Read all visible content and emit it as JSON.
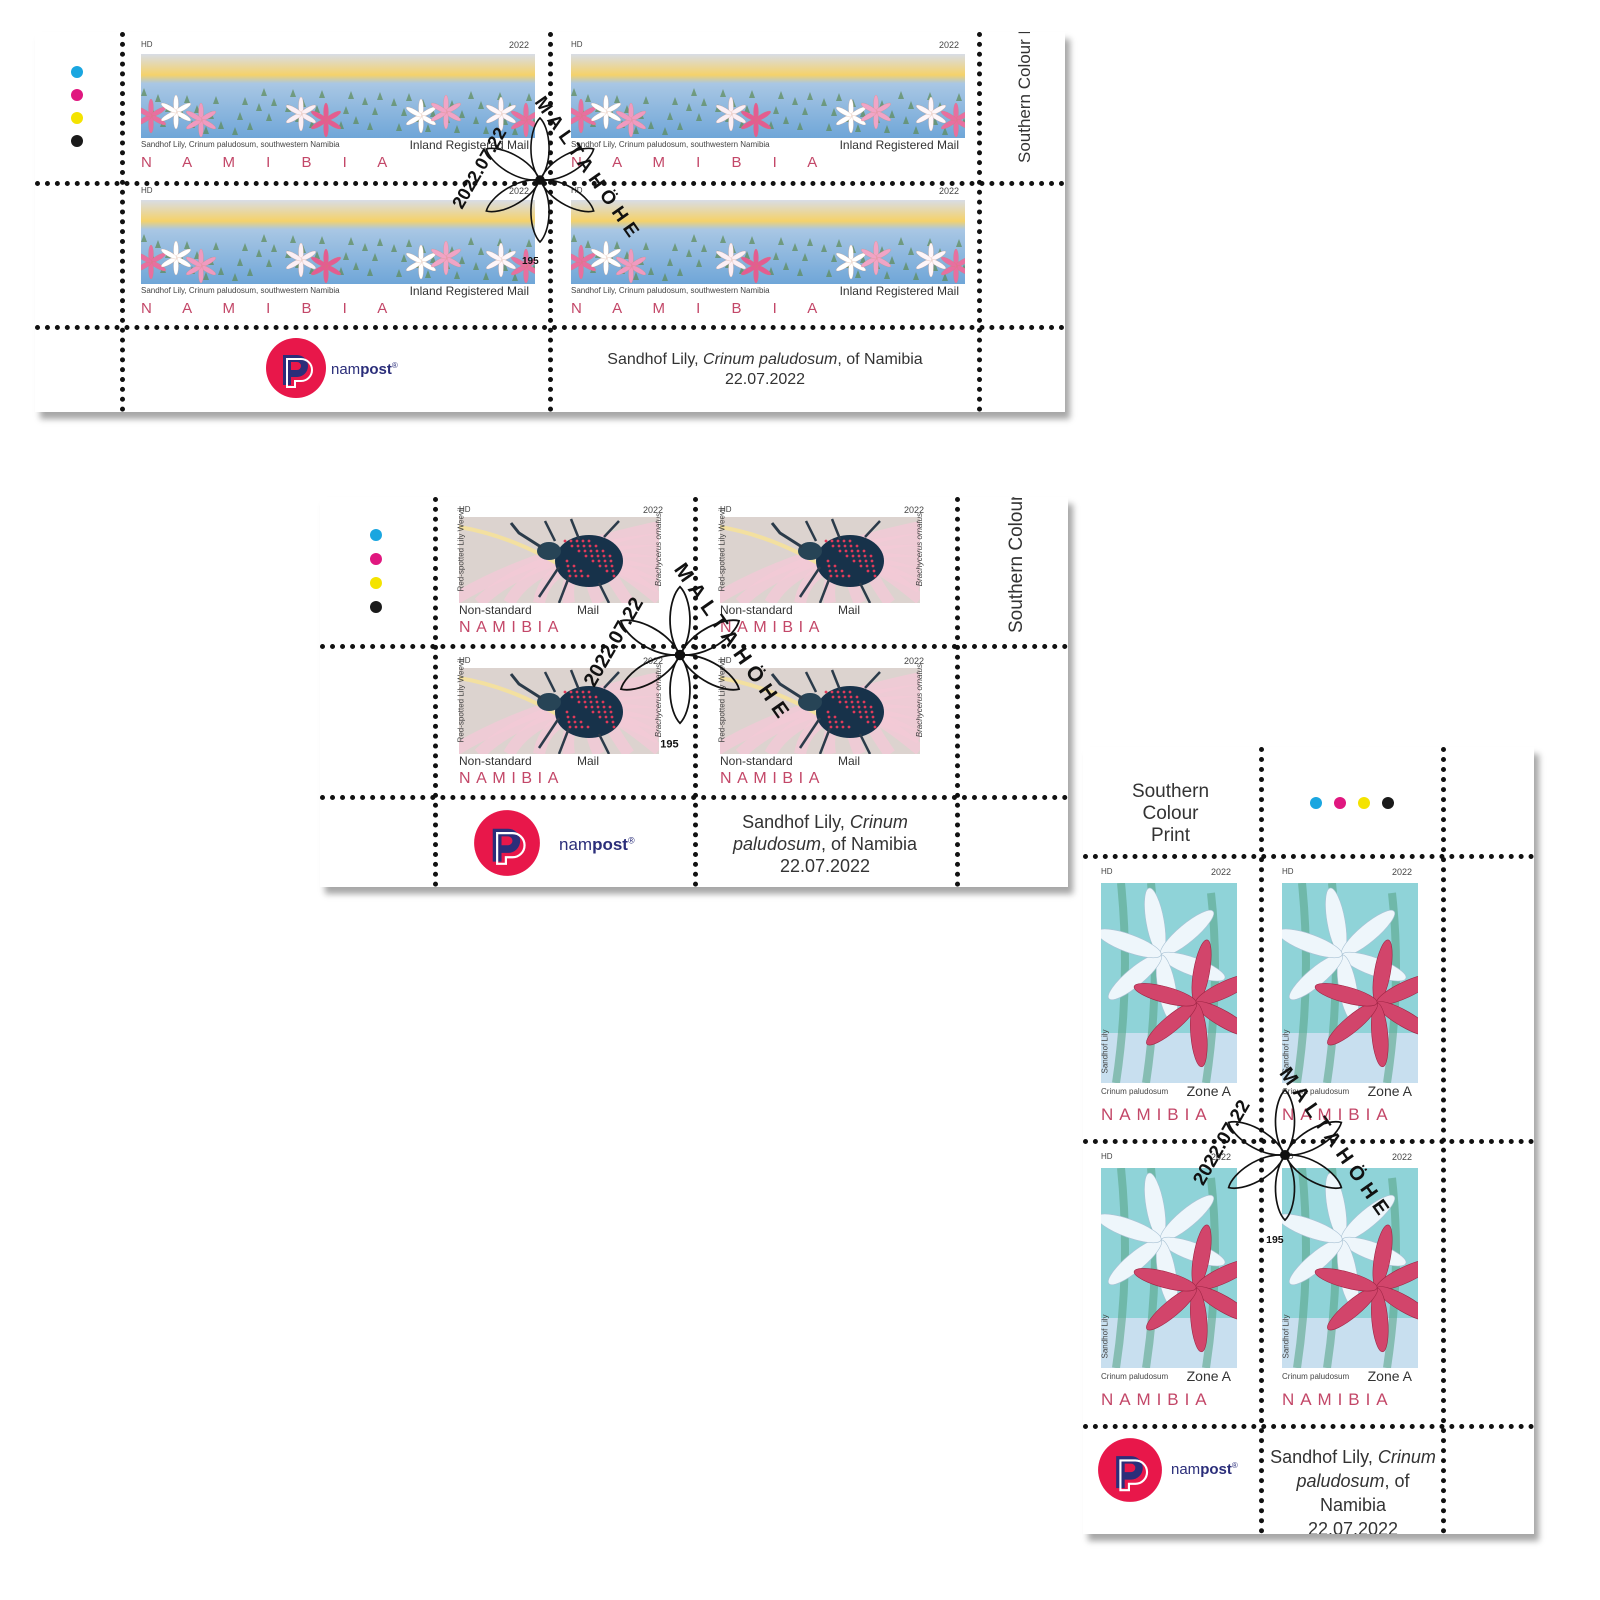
{
  "printer": "Southern Colour Print",
  "brand": {
    "prefix": "nam",
    "bold": "post",
    "mark": "®"
  },
  "issue_date": "22.07.2022",
  "caption": {
    "plain1": "Sandhof Lily, ",
    "italic": "Crinum paludosum",
    "plain2": ", of Namibia"
  },
  "colour_dots": [
    "#1aa6e0",
    "#e0177f",
    "#f4e300",
    "#1a1a1a"
  ],
  "country": "NAMIBIA",
  "country_spaced": "N A M I B I A",
  "year": "2022",
  "postmark": {
    "date": "2022.07.22",
    "town": "MALTAHÖHE",
    "code": "195"
  },
  "sheets": [
    {
      "denomination": "Inland Registered Mail",
      "stamp_caption": "Sandhof Lily, Crinum paludosum, southwestern Namibia"
    },
    {
      "denomination_left": "Non-standard",
      "denomination_right": "Mail",
      "side_left": "Red-spotted Lily Weevil",
      "side_right": "Brachycerus ornatus"
    },
    {
      "denomination": "Zone A",
      "side": "Sandhof Lily",
      "stamp_caption": "Crinum paludosum"
    }
  ]
}
